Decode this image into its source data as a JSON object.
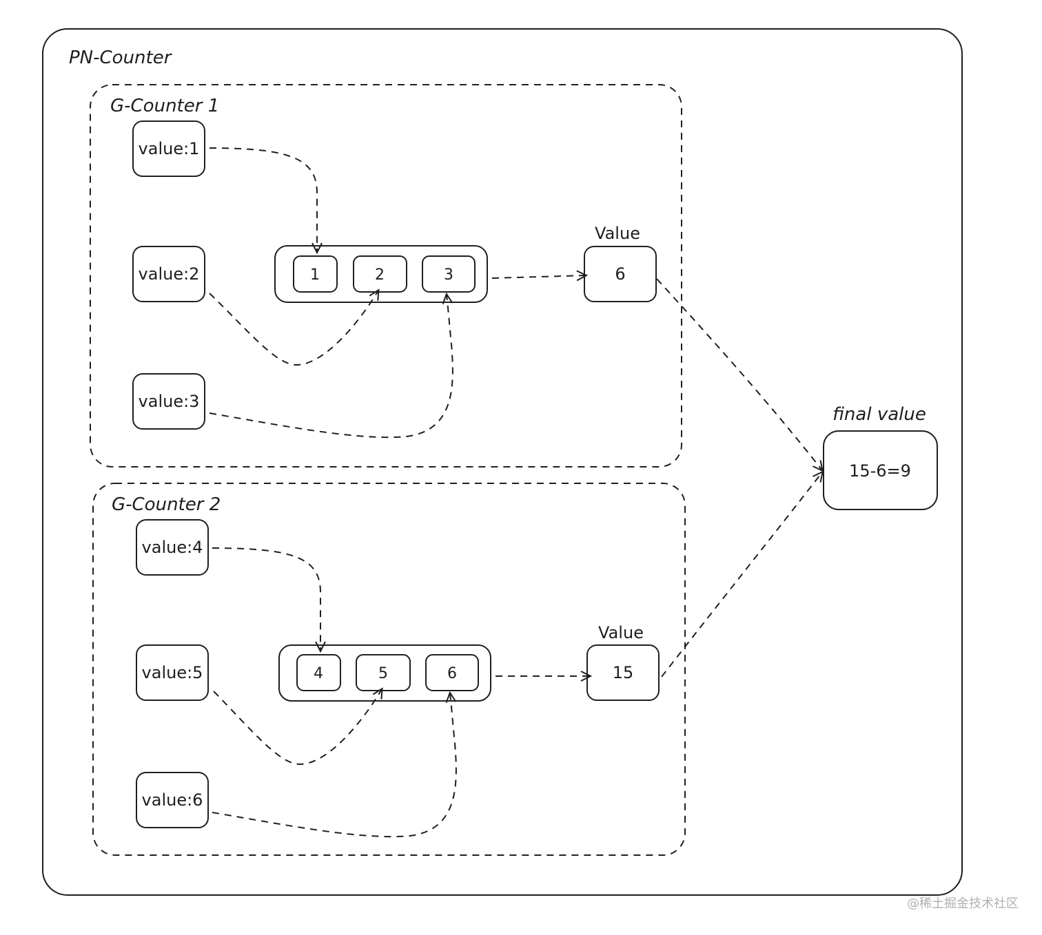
{
  "diagram": {
    "title": "PN-Counter",
    "groups": [
      {
        "title": "G-Counter 1",
        "inputs": [
          "value:1",
          "value:2",
          "value:3"
        ],
        "cells": [
          "1",
          "2",
          "3"
        ],
        "value_label": "Value",
        "value": "6"
      },
      {
        "title": "G-Counter 2",
        "inputs": [
          "value:4",
          "value:5",
          "value:6"
        ],
        "cells": [
          "4",
          "5",
          "6"
        ],
        "value_label": "Value",
        "value": "15"
      }
    ],
    "final_label": "final value",
    "final_value": "15-6=9"
  },
  "watermark": "@稀土掘金技术社区"
}
